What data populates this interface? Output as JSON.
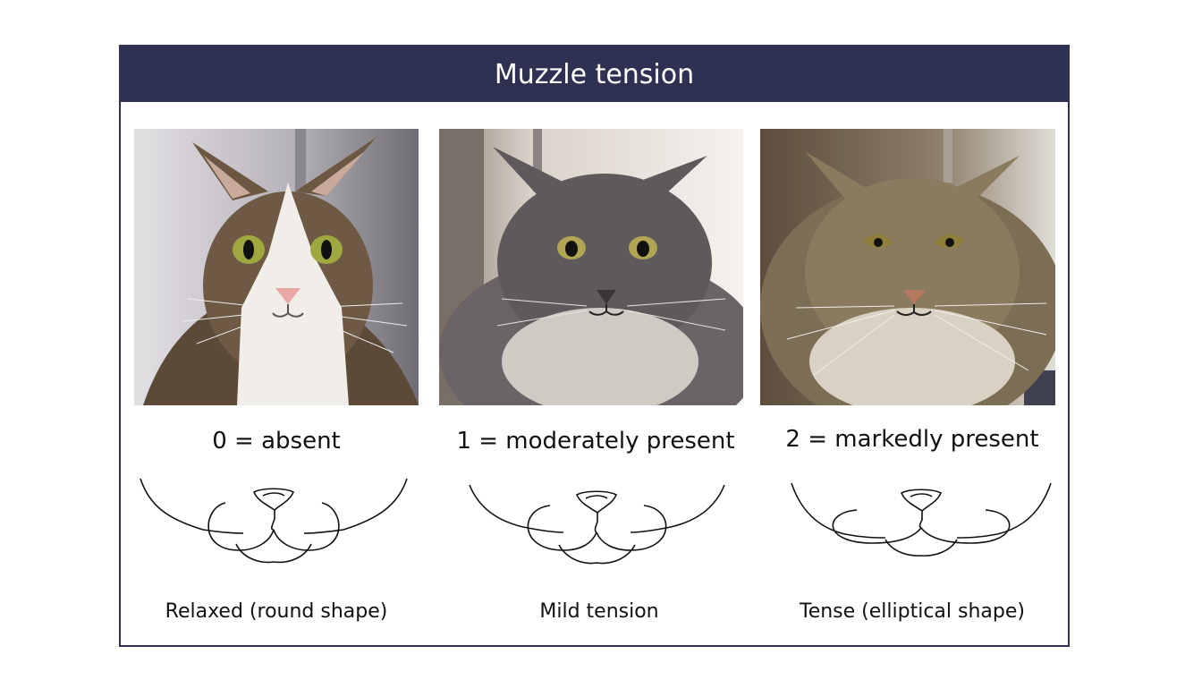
{
  "title": "Muzzle tension",
  "panels": [
    {
      "photo_icon": "cat-face-relaxed-photo",
      "score": "0 = absent",
      "caption": "Relaxed (round shape)",
      "coat_colors": {
        "fur": "#6e5a44",
        "white": "#f1eeea",
        "bg": "#9d9aa2"
      }
    },
    {
      "photo_icon": "cat-face-mild-tension-photo",
      "score": "1 = moderately present",
      "caption": "Mild tension",
      "coat_colors": {
        "fur": "#5e5a5c",
        "white": "#cfcac4",
        "bg": "#b9b2a8"
      }
    },
    {
      "photo_icon": "cat-face-tense-photo",
      "score": "2 = markedly present",
      "caption": "Tense (elliptical shape)",
      "coat_colors": {
        "fur": "#8a7a5e",
        "white": "#d9d2c4",
        "bg": "#6e5f4c"
      }
    }
  ],
  "colors": {
    "banner": "#2e3151",
    "banner_text": "#ffffff",
    "line": "#111111"
  }
}
